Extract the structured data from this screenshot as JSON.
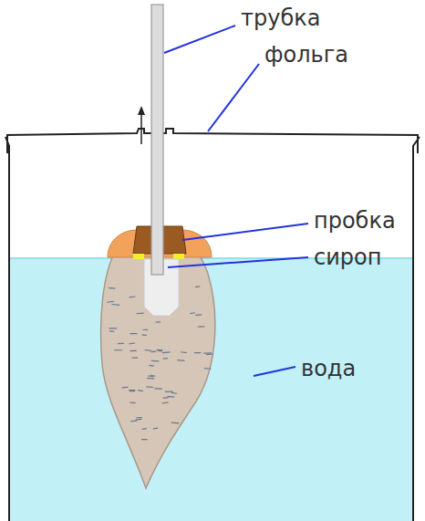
{
  "diagram": {
    "labels": [
      "трубка",
      "фольга",
      "пробка",
      "сироп",
      "вода"
    ]
  }
}
